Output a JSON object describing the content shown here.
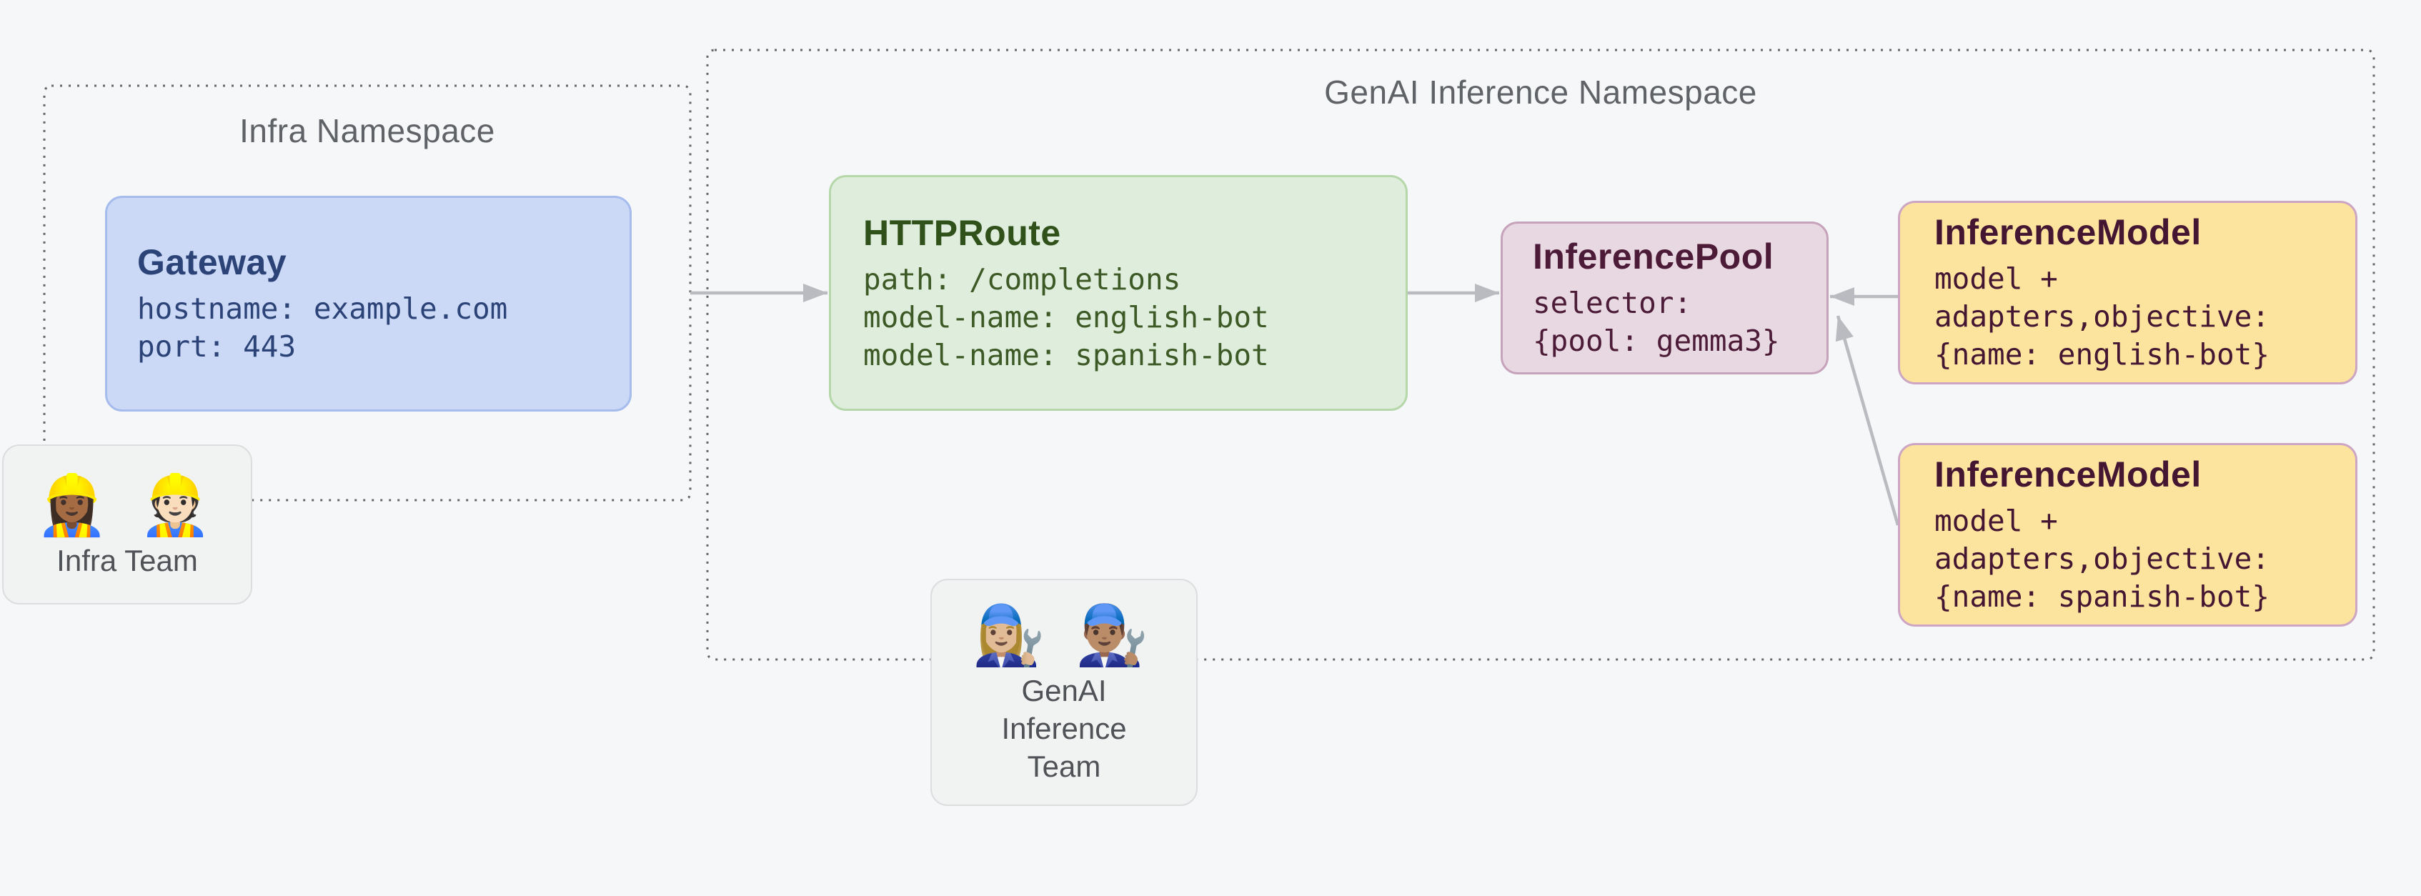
{
  "namespaces": {
    "infra": {
      "title": "Infra Namespace"
    },
    "genai": {
      "title": "GenAI Inference Namespace"
    }
  },
  "nodes": {
    "gateway": {
      "title": "Gateway",
      "lines": [
        "hostname: example.com",
        "port: 443"
      ]
    },
    "httproute": {
      "title": "HTTPRoute",
      "lines": [
        "path: /completions",
        "model-name: english-bot",
        "model-name: spanish-bot"
      ]
    },
    "pool": {
      "title": "InferencePool",
      "lines": [
        "selector:",
        "{pool: gemma3}"
      ]
    },
    "model_english": {
      "title": "InferenceModel",
      "lines": [
        "model +",
        "adapters,objective:",
        "{name: english-bot}"
      ]
    },
    "model_spanish": {
      "title": "InferenceModel",
      "lines": [
        "model +",
        "adapters,objective:",
        "{name: spanish-bot}"
      ]
    }
  },
  "teams": {
    "infra": {
      "emojis": "👷🏾‍♀️ 👷🏻",
      "label": "Infra Team"
    },
    "genai": {
      "emojis": "👩🏼‍🔧 👨🏽‍🔧",
      "labels": [
        "GenAI",
        "Inference",
        "Team"
      ]
    }
  },
  "colors": {
    "background": "#f6f7f9",
    "namespace_border": "#666666",
    "namespace_title": "#5f6368",
    "arrow": "#b9bbc0",
    "gateway_fill": "#cbd9f7",
    "gateway_border": "#a6bced",
    "gateway_text": "#2b4377",
    "httproute_fill": "#dfeedc",
    "httproute_border": "#b5d7a9",
    "httproute_text": "#30511a",
    "pool_fill": "#e8d8e1",
    "pool_border": "#c7a2bb",
    "pool_text": "#4c1b37",
    "model_fill": "#fce49e",
    "model_border": "#cda6c3",
    "model_text": "#451631",
    "team_fill": "#f1f2f2",
    "team_border": "#dcdddf",
    "team_text": "#4f5256"
  }
}
